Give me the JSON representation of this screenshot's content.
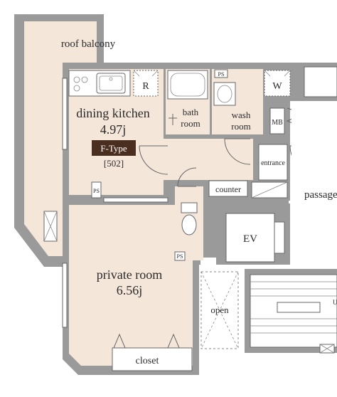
{
  "rooms": {
    "roof_balcony": "roof  balcony",
    "dining_kitchen": "dining kitchen",
    "dining_kitchen_size": "4.97j",
    "unit_type": "F-Type",
    "unit_number": "[502]",
    "bath_room_line1": "bath",
    "bath_room_line2": "room",
    "wash_room_line1": "wash",
    "wash_room_line2": "room",
    "entrance": "entrance",
    "counter": "counter",
    "passage": "passage",
    "private_room": "private room",
    "private_room_size": "6.56j",
    "closet": "closet",
    "ev": "EV",
    "open": "open",
    "mb": "MB",
    "refrigerator": "R",
    "washer": "W",
    "ps": "PS",
    "up": "UP"
  },
  "colors": {
    "room_fill": "#f5e6da",
    "wall": "#9a9a9a",
    "type_badge": "#4a2e1f"
  }
}
